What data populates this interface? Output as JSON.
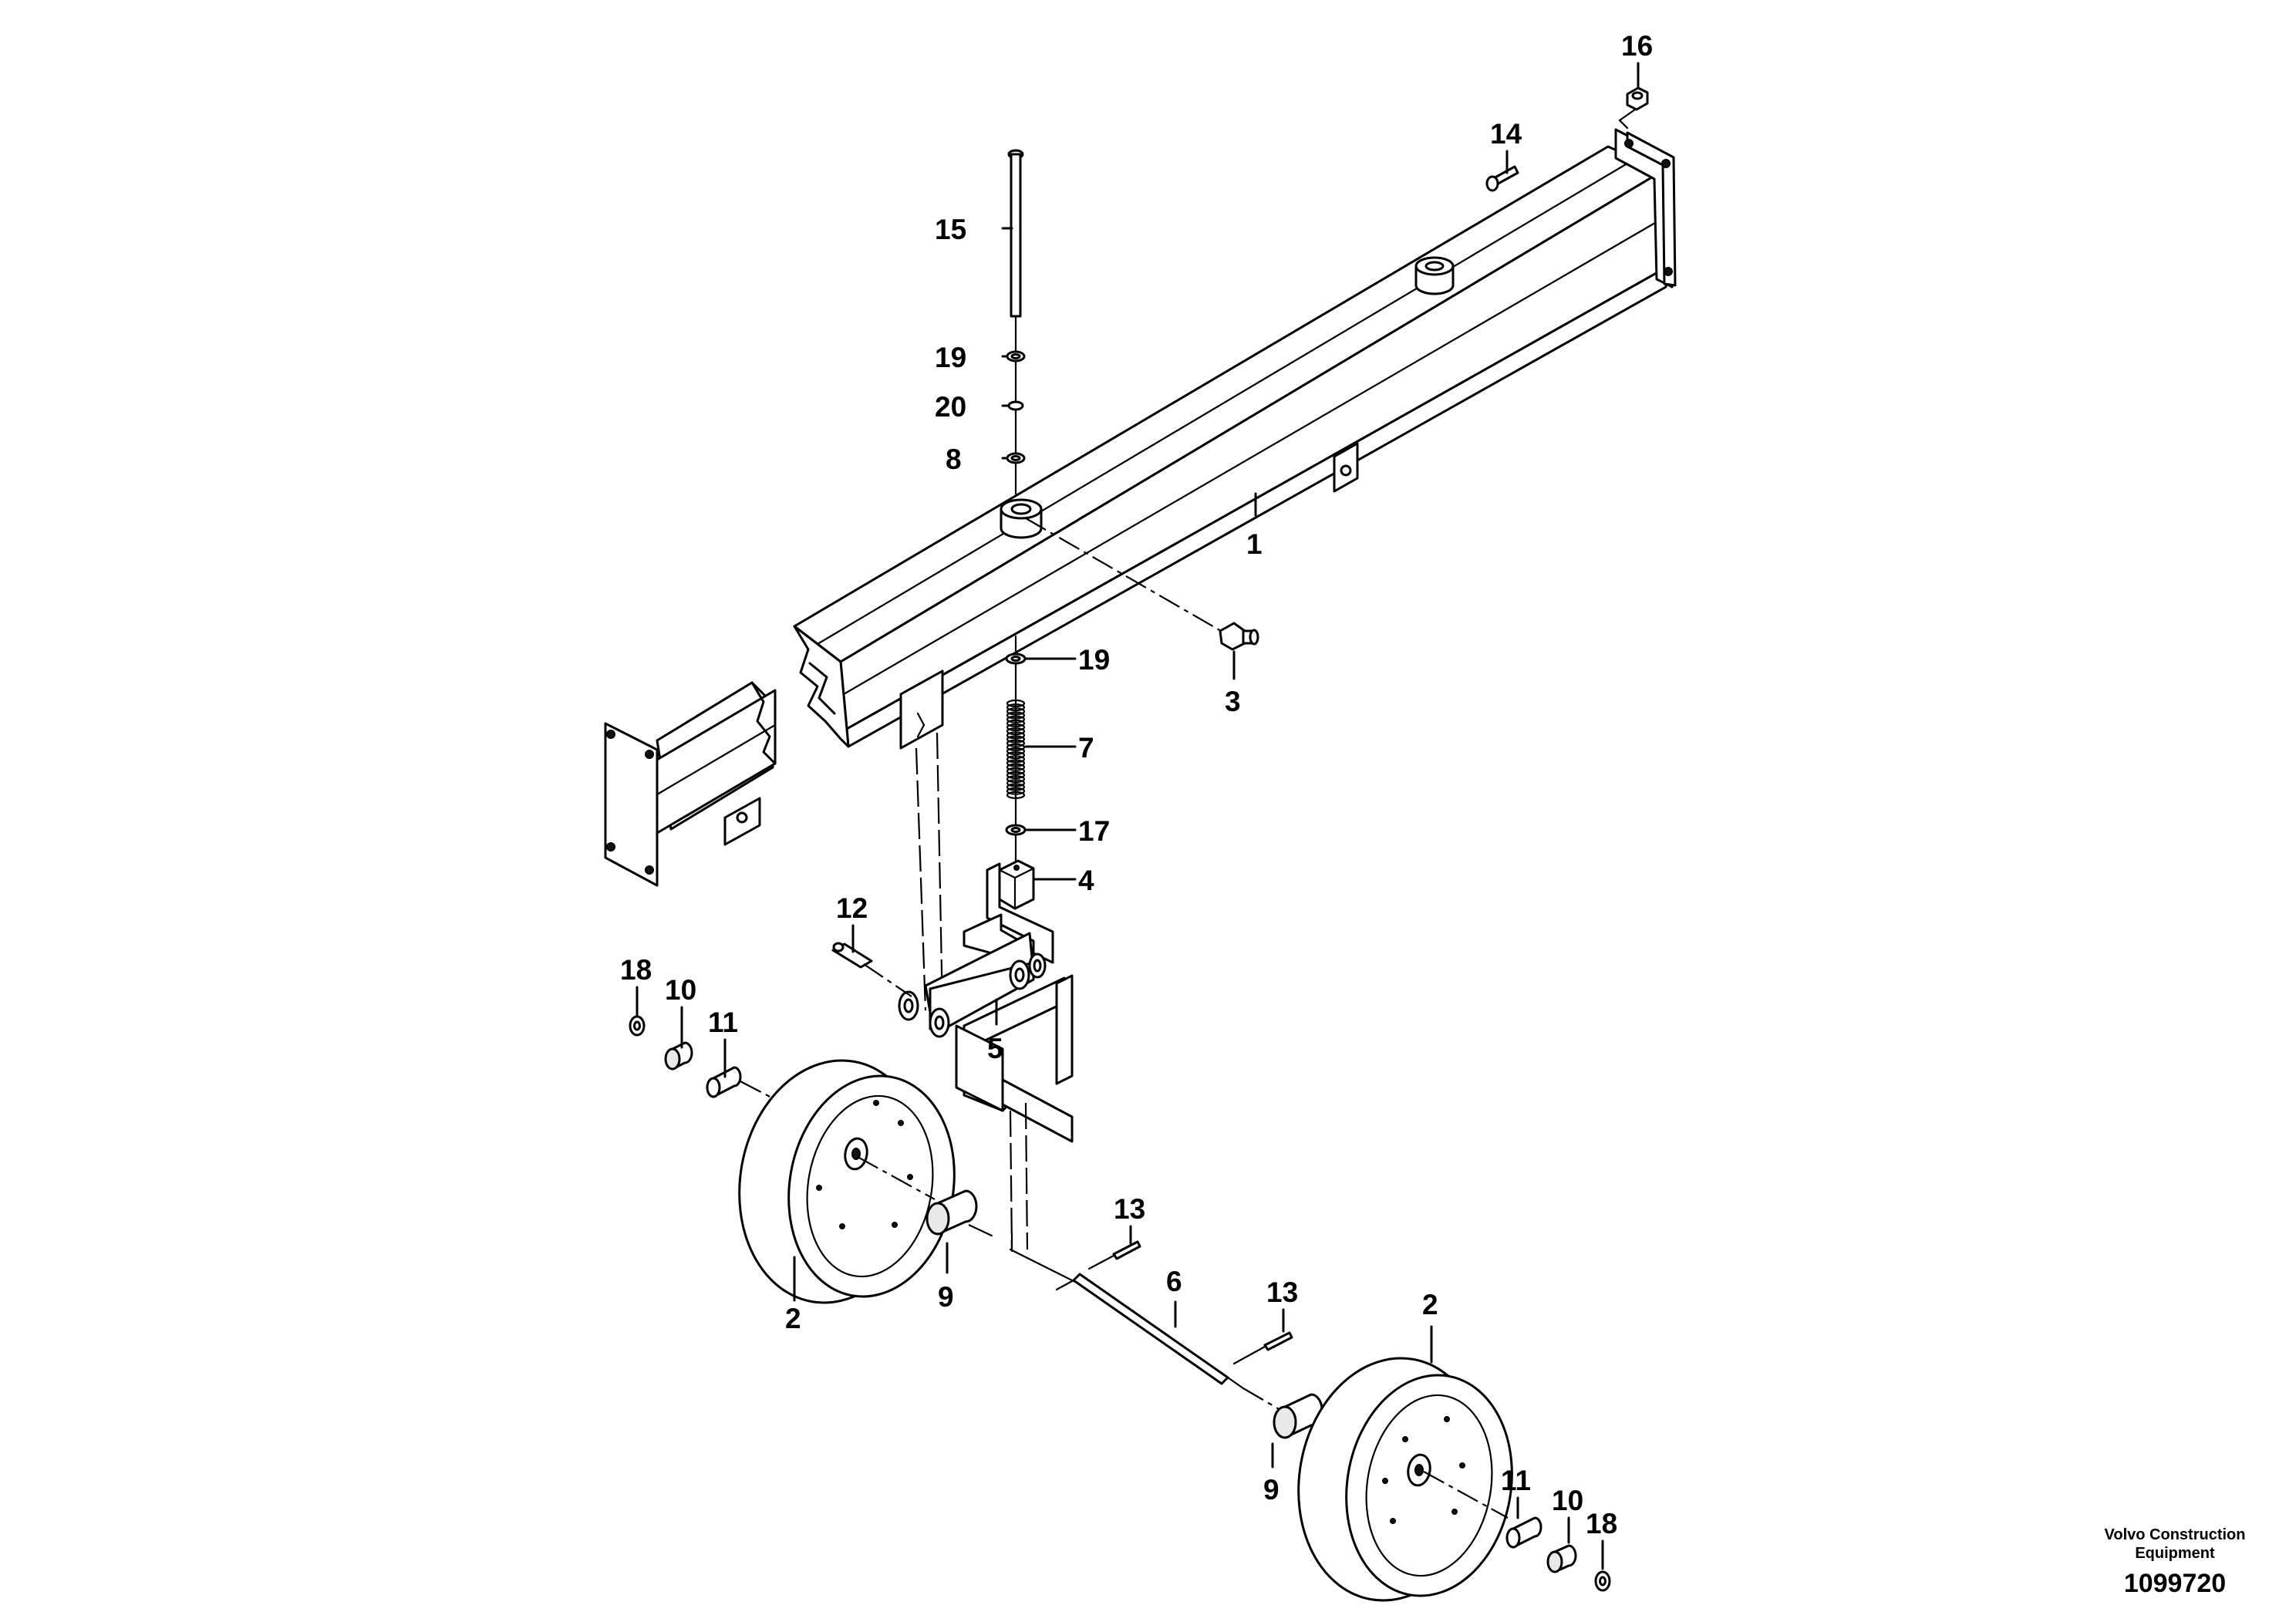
{
  "callouts": {
    "c1": "1",
    "c2a": "2",
    "c2b": "2",
    "c3": "3",
    "c4": "4",
    "c5": "5",
    "c6": "6",
    "c7": "7",
    "c8": "8",
    "c9a": "9",
    "c9b": "9",
    "c10a": "10",
    "c10b": "10",
    "c11a": "11",
    "c11b": "11",
    "c12": "12",
    "c13a": "13",
    "c13b": "13",
    "c14": "14",
    "c15": "15",
    "c16": "16",
    "c17": "17",
    "c18a": "18",
    "c18b": "18",
    "c19a": "19",
    "c19b": "19",
    "c20": "20"
  },
  "footer": {
    "brand_line1": "Volvo Construction",
    "brand_line2": "Equipment",
    "document_number": "1099720"
  }
}
